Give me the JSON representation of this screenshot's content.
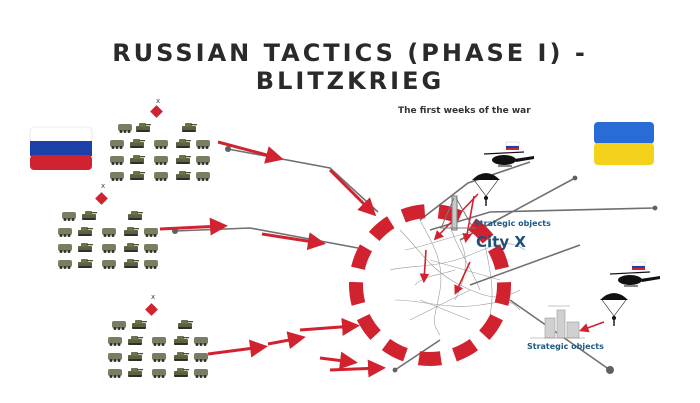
{
  "header": {
    "title_line1": "RUSSIAN TACTICS (PHASE I) -",
    "title_line2": "BLITZKRIEG",
    "subtitle": "The first weeks of the war"
  },
  "labels": {
    "strategic_top": "Strategic objects",
    "strategic_bottom": "Strategic objects",
    "city": "City X",
    "unit_marker": "x"
  },
  "colors": {
    "attack_red": "#d0232f",
    "road_gray": "#707070",
    "russia_flag": [
      "#ffffff",
      "#1c3fa8",
      "#d0232f"
    ],
    "ukraine_flag": [
      "#2a6cd6",
      "#f4d11a"
    ]
  },
  "icons": [
    "russia-flag-icon",
    "ukraine-flag-icon",
    "tank-group-icon",
    "helicopter-icon",
    "paratrooper-icon",
    "bridge-icon",
    "port-icon",
    "city-map-icon"
  ]
}
